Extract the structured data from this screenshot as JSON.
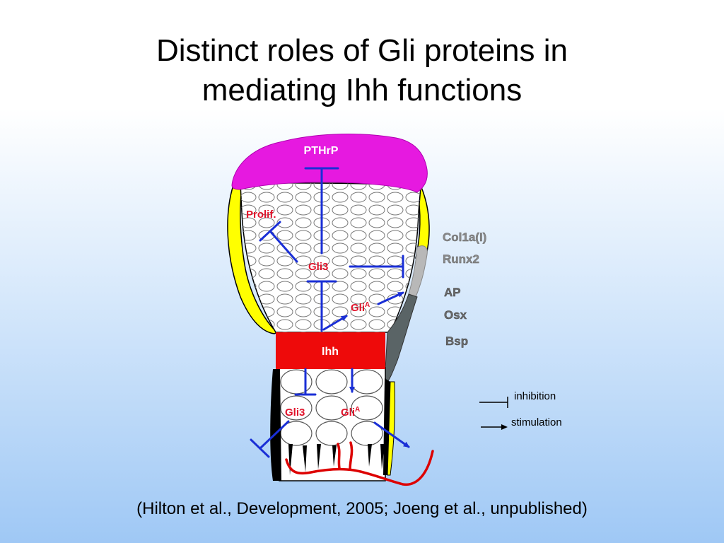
{
  "title": {
    "line1": "Distinct roles of Gli proteins in",
    "line2": "mediating Ihh functions"
  },
  "citation": "(Hilton et al., Development, 2005; Joeng et al., unpublished)",
  "diagram": {
    "pthrp": "PTHrP",
    "prolif": "Prolif.",
    "gli3_upper": "Gli3",
    "glia_upper": {
      "base": "Gli",
      "sup": "A"
    },
    "ihh": "Ihh",
    "gli3_lower": "Gli3",
    "glia_lower": {
      "base": "Gli",
      "sup": "A"
    },
    "markers": {
      "col1": "Col1a(I)",
      "runx2": "Runx2",
      "ap": "AP",
      "osx": "Osx",
      "bsp": "Bsp"
    },
    "legend": {
      "inhibition": "inhibition",
      "stimulation": "stimulation"
    }
  },
  "colors": {
    "pthrp_region": "#e619e0",
    "ihh_region": "#ee0a0a",
    "perichondrium": "#ffff00",
    "arrows": "#1a2fd6",
    "vessels": "#dd0000",
    "labels_red": "#e0132a"
  }
}
